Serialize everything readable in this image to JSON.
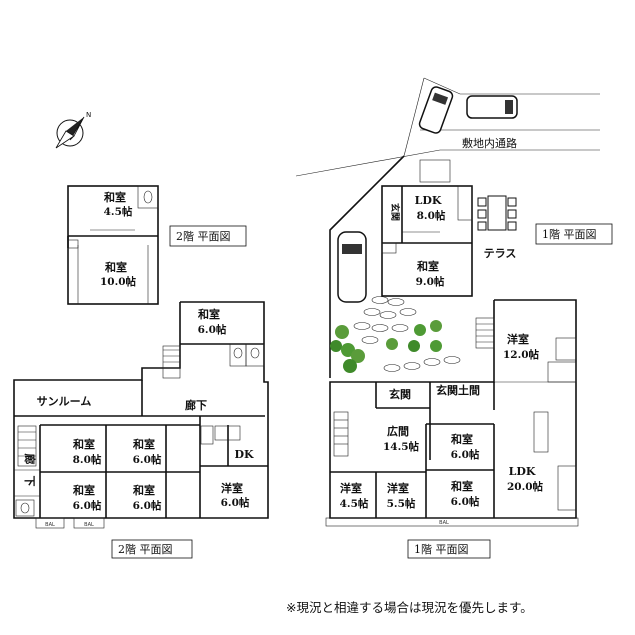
{
  "compass": {
    "north_label": "N"
  },
  "plans": {
    "upper_2f_title": "2階 平面図",
    "lower_2f_title": "2階 平面図",
    "right_1f_title": "1階 平面図",
    "bottom_1f_title": "1階 平面図"
  },
  "rooms": {
    "upper_2f_washitsu_a": {
      "name": "和室",
      "size": "4.5帖"
    },
    "upper_2f_washitsu_b": {
      "name": "和室",
      "size": "10.0帖"
    },
    "left_2f_washitsu_top": {
      "name": "和室",
      "size": "6.0帖"
    },
    "left_2f_sunroom": {
      "name": "サンルーム"
    },
    "left_2f_hallway_a": {
      "name": "廊下"
    },
    "left_2f_hallway_b": {
      "name": "廊　下"
    },
    "left_2f_washitsu_1": {
      "name": "和室",
      "size": "8.0帖"
    },
    "left_2f_washitsu_2": {
      "name": "和室",
      "size": "6.0帖"
    },
    "left_2f_washitsu_3": {
      "name": "和室",
      "size": "6.0帖"
    },
    "left_2f_washitsu_4": {
      "name": "和室",
      "size": "6.0帖"
    },
    "left_2f_dk": {
      "name": "DK"
    },
    "left_2f_youshitsu": {
      "name": "洋室",
      "size": "6.0帖"
    },
    "right_1f_ldk_top": {
      "name": "LDK",
      "size": "8.0帖"
    },
    "right_1f_genkan_top": {
      "name": "玄関"
    },
    "right_1f_washitsu_top": {
      "name": "和室",
      "size": "9.0帖"
    },
    "right_1f_terrace": {
      "name": "テラス"
    },
    "right_1f_youshitsu_12": {
      "name": "洋室",
      "size": "12.0帖"
    },
    "right_1f_genkan": {
      "name": "玄関"
    },
    "right_1f_genkan_doma": {
      "name": "玄関土間"
    },
    "right_1f_hiroma": {
      "name": "広間",
      "size": "14.5帖"
    },
    "right_1f_washitsu_a": {
      "name": "和室",
      "size": "6.0帖"
    },
    "right_1f_washitsu_b": {
      "name": "和室",
      "size": "6.0帖"
    },
    "right_1f_ldk_20": {
      "name": "LDK",
      "size": "20.0帖"
    },
    "right_1f_youshitsu_45": {
      "name": "洋室",
      "size": "4.5帖"
    },
    "right_1f_youshitsu_55": {
      "name": "洋室",
      "size": "5.5帖"
    }
  },
  "road": {
    "label": "敷地内通路"
  },
  "fixtures": {
    "balcony": "BAL"
  },
  "note": "※現況と相違する場合は現況を優先します。"
}
